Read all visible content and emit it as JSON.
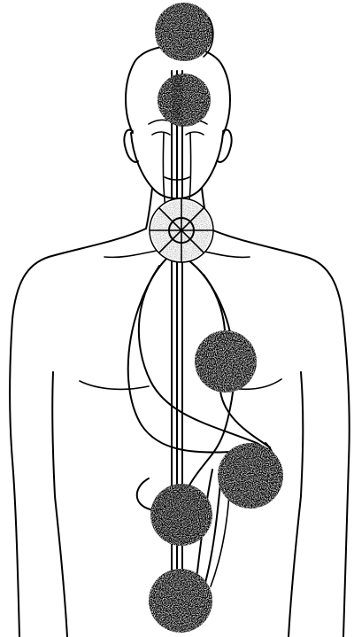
{
  "figure": {
    "subject": "human-torso-energy-centers",
    "ink_color": "#000000",
    "paper_color": "#ffffff",
    "energy_centers": [
      {
        "id": "crown-center",
        "style": "solid"
      },
      {
        "id": "brow-center",
        "style": "speckled"
      },
      {
        "id": "throat-center",
        "style": "radiant-light"
      },
      {
        "id": "heart-center",
        "style": "solid"
      },
      {
        "id": "solar-plexus-center",
        "style": "solid"
      },
      {
        "id": "sacral-center",
        "style": "speckled"
      },
      {
        "id": "base-center",
        "style": "solid"
      }
    ]
  }
}
